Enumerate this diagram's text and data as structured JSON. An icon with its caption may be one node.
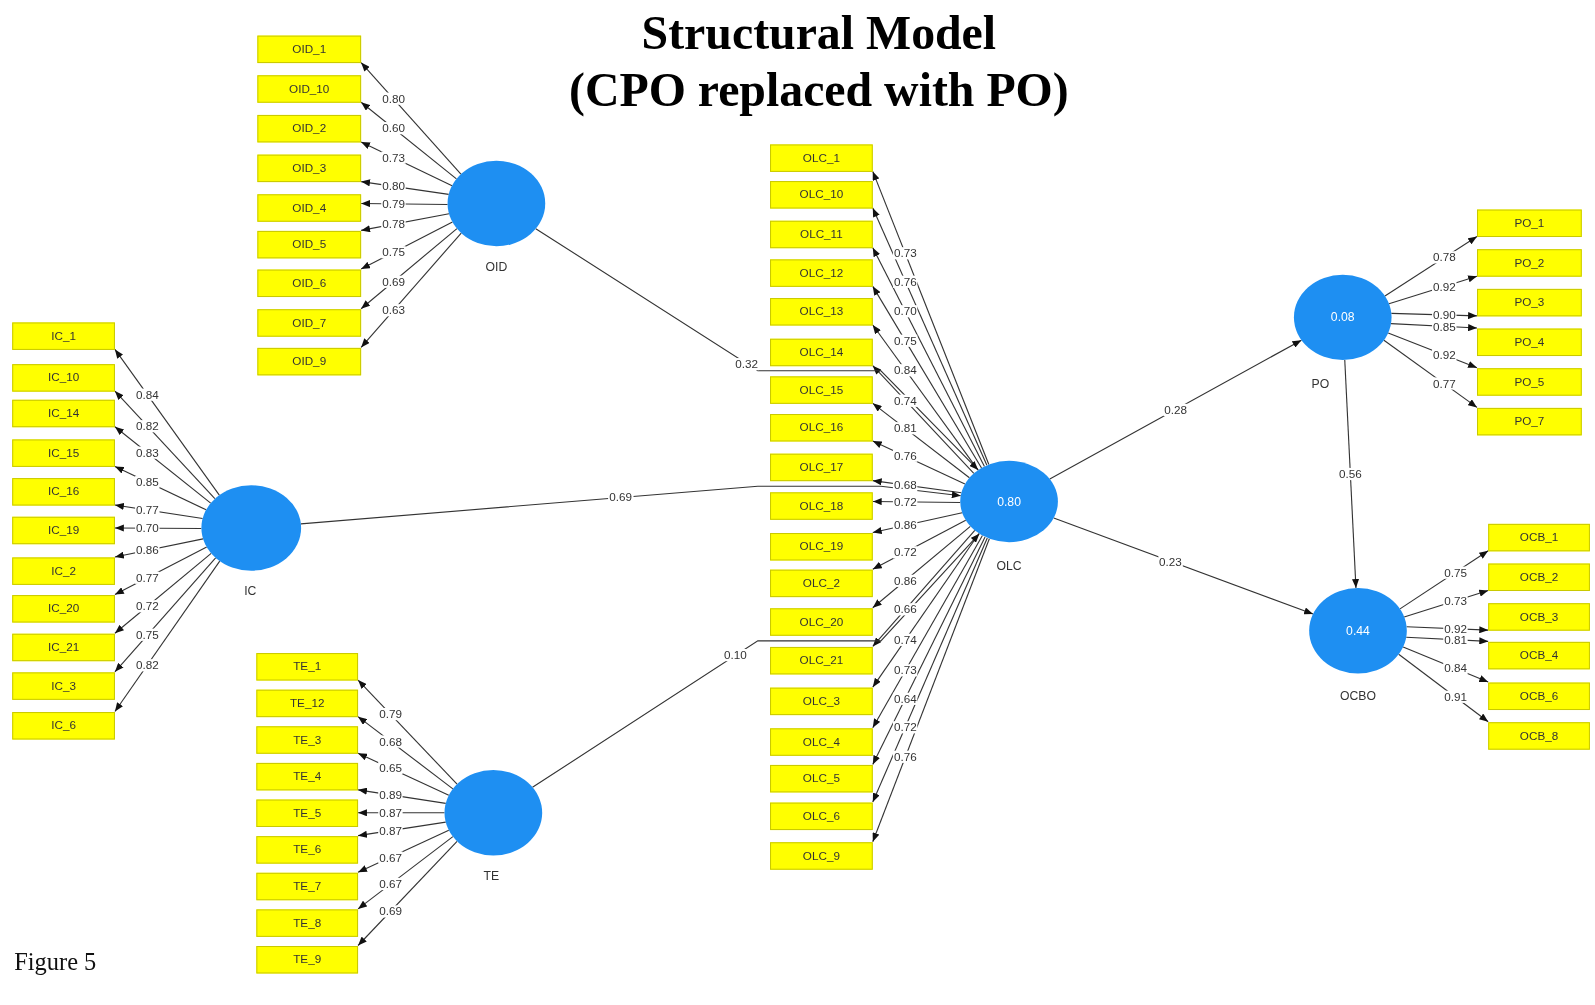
{
  "diagram": {
    "title": "Structural Model (CPO replaced with PO)",
    "caption": "Figure 5",
    "nodes": [
      {
        "text": [],
        "shape": "circle",
        "beside": [
          "OID"
        ]
      },
      {
        "text": [
          "OID_1"
        ]
      },
      {
        "text": [
          "OID_10"
        ]
      },
      {
        "text": [
          "OID_2"
        ]
      },
      {
        "text": [
          "OID_3"
        ]
      },
      {
        "text": [
          "OID_4"
        ]
      },
      {
        "text": [
          "OID_5"
        ]
      },
      {
        "text": [
          "OID_6"
        ]
      },
      {
        "text": [
          "OID_7"
        ]
      },
      {
        "text": [
          "OID_9"
        ]
      },
      {
        "text": [],
        "shape": "circle",
        "beside": [
          "IC"
        ]
      },
      {
        "text": [
          "IC_1"
        ]
      },
      {
        "text": [
          "IC_10"
        ]
      },
      {
        "text": [
          "IC_14"
        ]
      },
      {
        "text": [
          "IC_15"
        ]
      },
      {
        "text": [
          "IC_16"
        ]
      },
      {
        "text": [
          "IC_19"
        ]
      },
      {
        "text": [
          "IC_2"
        ]
      },
      {
        "text": [
          "IC_20"
        ]
      },
      {
        "text": [
          "IC_21"
        ]
      },
      {
        "text": [
          "IC_3"
        ]
      },
      {
        "text": [
          "IC_6"
        ]
      },
      {
        "text": [],
        "shape": "circle",
        "beside": [
          "TE"
        ]
      },
      {
        "text": [
          "TE_1"
        ]
      },
      {
        "text": [
          "TE_12"
        ]
      },
      {
        "text": [
          "TE_3"
        ]
      },
      {
        "text": [
          "TE_4"
        ]
      },
      {
        "text": [
          "TE_5"
        ]
      },
      {
        "text": [
          "TE_6"
        ]
      },
      {
        "text": [
          "TE_7"
        ]
      },
      {
        "text": [
          "TE_8"
        ]
      },
      {
        "text": [
          "TE_9"
        ]
      },
      {
        "text": [
          "0.80"
        ],
        "beside": [
          "OLC"
        ]
      },
      {
        "text": [
          "OLC_1"
        ]
      },
      {
        "text": [
          "OLC_10"
        ]
      },
      {
        "text": [
          "OLC_11"
        ]
      },
      {
        "text": [
          "OLC_12"
        ]
      },
      {
        "text": [
          "OLC_13"
        ]
      },
      {
        "text": [
          "OLC_14"
        ]
      },
      {
        "text": [
          "OLC_15"
        ]
      },
      {
        "text": [
          "OLC_16"
        ]
      },
      {
        "text": [
          "OLC_17"
        ]
      },
      {
        "text": [
          "OLC_18"
        ]
      },
      {
        "text": [
          "OLC_19"
        ]
      },
      {
        "text": [
          "OLC_2"
        ]
      },
      {
        "text": [
          "OLC_20"
        ]
      },
      {
        "text": [
          "OLC_21"
        ]
      },
      {
        "text": [
          "OLC_3"
        ]
      },
      {
        "text": [
          "OLC_4"
        ]
      },
      {
        "text": [
          "OLC_5"
        ]
      },
      {
        "text": [
          "OLC_6"
        ]
      },
      {
        "text": [
          "OLC_9"
        ]
      },
      {
        "text": [
          "0.08"
        ],
        "beside": [
          "PO"
        ]
      },
      {
        "text": [
          "PO_1"
        ]
      },
      {
        "text": [
          "PO_2"
        ]
      },
      {
        "text": [
          "PO_3"
        ]
      },
      {
        "text": [
          "PO_4"
        ]
      },
      {
        "text": [
          "PO_5"
        ]
      },
      {
        "text": [
          "PO_7"
        ]
      },
      {
        "text": [
          "0.44"
        ],
        "beside": [
          "OCBO"
        ]
      },
      {
        "text": [
          "OCB_1"
        ]
      },
      {
        "text": [
          "OCB_2"
        ]
      },
      {
        "text": [
          "OCB_3"
        ]
      },
      {
        "text": [
          "OCB_4"
        ]
      },
      {
        "text": [
          "OCB_6"
        ]
      },
      {
        "text": [
          "OCB_8"
        ]
      }
    ],
    "edges": [
      {
        "from": 0,
        "to": 1,
        "arrow": "to",
        "label": "0.80"
      },
      {
        "from": 0,
        "to": 2,
        "arrow": "to",
        "label": "0.60"
      },
      {
        "from": 0,
        "to": 3,
        "arrow": "to",
        "label": "0.73"
      },
      {
        "from": 0,
        "to": 4,
        "arrow": "to",
        "label": "0.80"
      },
      {
        "from": 0,
        "to": 5,
        "arrow": "to",
        "label": "0.79"
      },
      {
        "from": 0,
        "to": 6,
        "arrow": "to",
        "label": "0.78"
      },
      {
        "from": 0,
        "to": 7,
        "arrow": "to",
        "label": "0.75"
      },
      {
        "from": 0,
        "to": 8,
        "arrow": "to",
        "label": "0.69"
      },
      {
        "from": 0,
        "to": 9,
        "arrow": "to",
        "label": "0.63"
      },
      {
        "from": 10,
        "to": 11,
        "arrow": "to",
        "label": "0.84"
      },
      {
        "from": 10,
        "to": 12,
        "arrow": "to",
        "label": "0.82"
      },
      {
        "from": 10,
        "to": 13,
        "arrow": "to",
        "label": "0.83"
      },
      {
        "from": 10,
        "to": 14,
        "arrow": "to",
        "label": "0.85"
      },
      {
        "from": 10,
        "to": 15,
        "arrow": "to",
        "label": "0.77"
      },
      {
        "from": 10,
        "to": 16,
        "arrow": "to",
        "label": "0.70"
      },
      {
        "from": 10,
        "to": 17,
        "arrow": "to",
        "label": "0.86"
      },
      {
        "from": 10,
        "to": 18,
        "arrow": "to",
        "label": "0.77"
      },
      {
        "from": 10,
        "to": 19,
        "arrow": "to",
        "label": "0.72"
      },
      {
        "from": 10,
        "to": 20,
        "arrow": "to",
        "label": "0.75"
      },
      {
        "from": 10,
        "to": 21,
        "arrow": "to",
        "label": "0.82"
      },
      {
        "from": 22,
        "to": 23,
        "arrow": "to",
        "label": "0.79"
      },
      {
        "from": 22,
        "to": 24,
        "arrow": "to",
        "label": "0.68"
      },
      {
        "from": 22,
        "to": 25,
        "arrow": "to",
        "label": "0.65"
      },
      {
        "from": 22,
        "to": 26,
        "arrow": "to",
        "label": "0.89"
      },
      {
        "from": 22,
        "to": 27,
        "arrow": "to",
        "label": "0.87"
      },
      {
        "from": 22,
        "to": 28,
        "arrow": "to",
        "label": "0.87"
      },
      {
        "from": 22,
        "to": 29,
        "arrow": "to",
        "label": "0.67"
      },
      {
        "from": 22,
        "to": 30,
        "arrow": "to",
        "label": "0.67"
      },
      {
        "from": 22,
        "to": 31,
        "arrow": "to",
        "label": "0.69"
      },
      {
        "from": 32,
        "to": 33,
        "arrow": "to",
        "label": "0.73"
      },
      {
        "from": 32,
        "to": 34,
        "arrow": "to",
        "label": "0.76"
      },
      {
        "from": 32,
        "to": 35,
        "arrow": "to",
        "label": "0.70"
      },
      {
        "from": 32,
        "to": 36,
        "arrow": "to",
        "label": "0.75"
      },
      {
        "from": 32,
        "to": 37,
        "arrow": "to",
        "label": "0.84"
      },
      {
        "from": 32,
        "to": 38,
        "arrow": "to",
        "label": "0.74"
      },
      {
        "from": 32,
        "to": 39,
        "arrow": "to",
        "label": "0.81"
      },
      {
        "from": 32,
        "to": 40,
        "arrow": "to",
        "label": "0.76"
      },
      {
        "from": 32,
        "to": 41,
        "arrow": "to",
        "label": "0.68"
      },
      {
        "from": 32,
        "to": 42,
        "arrow": "to",
        "label": "0.72"
      },
      {
        "from": 32,
        "to": 43,
        "arrow": "to",
        "label": "0.86"
      },
      {
        "from": 32,
        "to": 44,
        "arrow": "to",
        "label": "0.72"
      },
      {
        "from": 32,
        "to": 45,
        "arrow": "to",
        "label": "0.86"
      },
      {
        "from": 32,
        "to": 46,
        "arrow": "to",
        "label": "0.66"
      },
      {
        "from": 32,
        "to": 47,
        "arrow": "to",
        "label": "0.74"
      },
      {
        "from": 32,
        "to": 48,
        "arrow": "to",
        "label": "0.73"
      },
      {
        "from": 32,
        "to": 49,
        "arrow": "to",
        "label": "0.64"
      },
      {
        "from": 32,
        "to": 50,
        "arrow": "to",
        "label": "0.72"
      },
      {
        "from": 32,
        "to": 51,
        "arrow": "to",
        "label": "0.76"
      },
      {
        "from": 52,
        "to": 53,
        "arrow": "to",
        "label": "0.78"
      },
      {
        "from": 52,
        "to": 54,
        "arrow": "to",
        "label": "0.92"
      },
      {
        "from": 52,
        "to": 55,
        "arrow": "to",
        "label": "0.90"
      },
      {
        "from": 52,
        "to": 56,
        "arrow": "to",
        "label": "0.85"
      },
      {
        "from": 52,
        "to": 57,
        "arrow": "to",
        "label": "0.92"
      },
      {
        "from": 52,
        "to": 58,
        "arrow": "to",
        "label": "0.77"
      },
      {
        "from": 59,
        "to": 60,
        "arrow": "to",
        "label": "0.75"
      },
      {
        "from": 59,
        "to": 61,
        "arrow": "to",
        "label": "0.73"
      },
      {
        "from": 59,
        "to": 62,
        "arrow": "to",
        "label": "0.92"
      },
      {
        "from": 59,
        "to": 63,
        "arrow": "to",
        "label": "0.81"
      },
      {
        "from": 59,
        "to": 64,
        "arrow": "to",
        "label": "0.84"
      },
      {
        "from": 59,
        "to": 65,
        "arrow": "to",
        "label": "0.91"
      },
      {
        "from": 0,
        "to": 32,
        "arrow": "to",
        "label": "0.32"
      },
      {
        "from": 10,
        "to": 32,
        "arrow": "to",
        "label": "0.69"
      },
      {
        "from": 22,
        "to": 32,
        "arrow": "to",
        "label": "0.10"
      },
      {
        "from": 32,
        "to": 52,
        "arrow": "to",
        "label": "0.28"
      },
      {
        "from": 32,
        "to": 59,
        "arrow": "to",
        "label": "0.23"
      },
      {
        "from": 52,
        "to": 59,
        "arrow": "to",
        "label": "0.56"
      }
    ]
  }
}
